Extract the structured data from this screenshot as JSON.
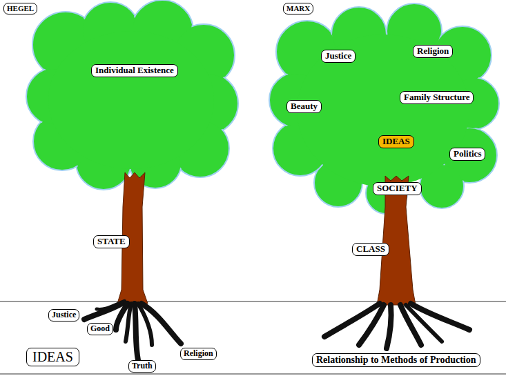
{
  "diagram": {
    "nodes": [
      {
        "text": [
          "HEGEL"
        ]
      },
      {
        "text": [
          "MARX"
        ]
      },
      {
        "text": [
          "Individual Existence"
        ]
      },
      {
        "text": [
          "Justice"
        ]
      },
      {
        "text": [
          "Religion"
        ]
      },
      {
        "text": [
          "Beauty"
        ]
      },
      {
        "text": [
          "Family Structure"
        ]
      },
      {
        "text": [
          "IDEAS"
        ]
      },
      {
        "text": [
          "Politics"
        ]
      },
      {
        "text": [
          "SOCIETY"
        ]
      },
      {
        "text": [
          "STATE"
        ]
      },
      {
        "text": [
          "CLASS"
        ]
      },
      {
        "text": [
          "Justice"
        ]
      },
      {
        "text": [
          "Good"
        ]
      },
      {
        "text": [
          "Truth"
        ]
      },
      {
        "text": [
          "Religion"
        ]
      },
      {
        "text": [
          "IDEAS"
        ]
      },
      {
        "text": [
          "Relationship to Methods of Production"
        ]
      }
    ]
  }
}
